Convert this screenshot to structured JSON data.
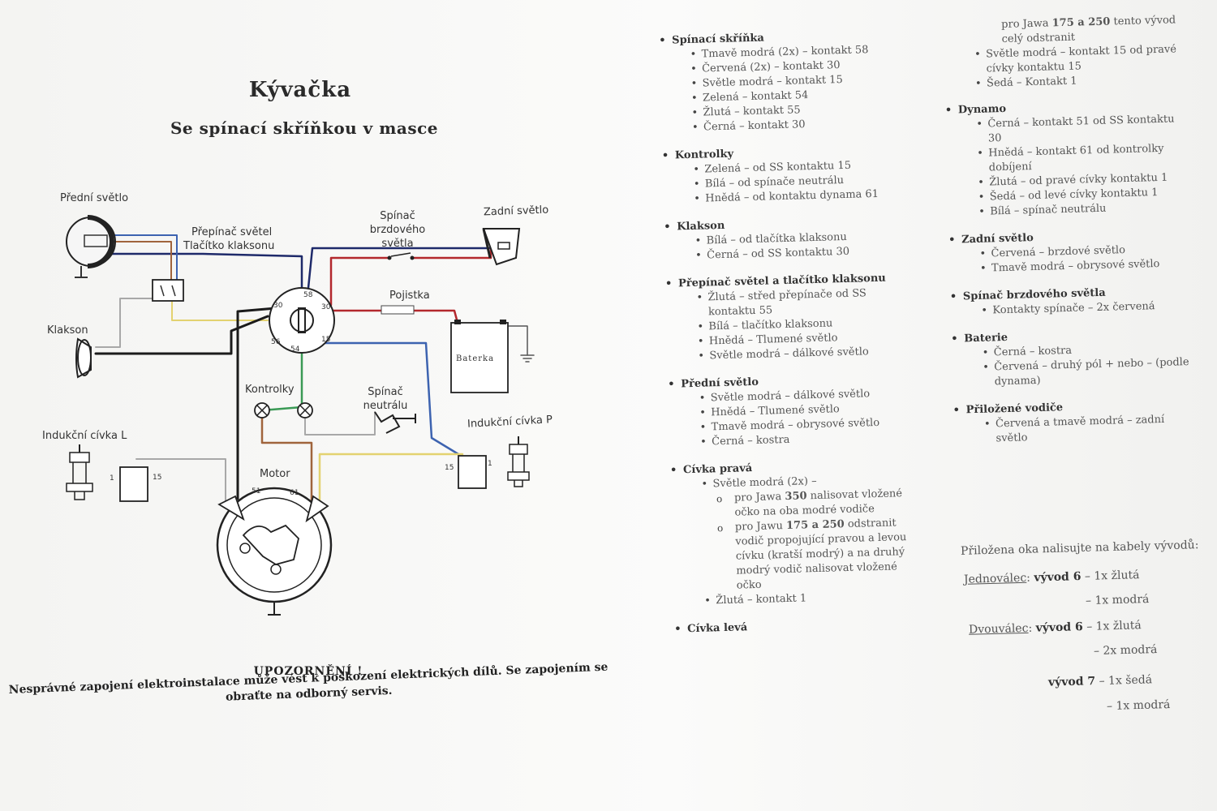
{
  "title": "Kývačka",
  "subtitle": "Se spínací skříňkou v masce",
  "diagram_labels": {
    "front_light": "Přední světlo",
    "light_switch_line1": "Přepínač světel",
    "light_switch_line2": "Tlačítko klaksonu",
    "brake_switch_line1": "Spínač",
    "brake_switch_line2": "brzdového",
    "brake_switch_line3": "světla",
    "rear_light": "Zadní světlo",
    "fuse": "Pojistka",
    "horn": "Klakson",
    "battery": "Baterka",
    "indicators": "Kontrolky",
    "neutral_switch_line1": "Spínač",
    "neutral_switch_line2": "neutrálu",
    "coil_left": "Indukční cívka L",
    "coil_right": "Indukční cívka P",
    "motor": "Motor",
    "t58": "58",
    "t30a": "30",
    "t30b": "30",
    "t56": "56",
    "t54": "54",
    "t15": "15",
    "t51": "51",
    "t61": "61",
    "c1a": "1",
    "c15a": "15",
    "c15b": "15",
    "c1b": "1"
  },
  "warning": {
    "title": "UPOZORNĚNÍ !",
    "line1": "Nesprávné zapojení elektroinstalace může vést k poškození elektrických dílů. Se zapojením se",
    "line2": "obraťte na odborný servis."
  },
  "col1": [
    {
      "h": "Spínací skříňka",
      "items": [
        "Tmavě modrá (2x) – kontakt 58",
        "Červená (2x) – kontakt 30",
        "Světle modrá – kontakt 15",
        "Zelená – kontakt 54",
        "Žlutá – kontakt 55",
        "Černá – kontakt 30"
      ]
    },
    {
      "h": "Kontrolky",
      "items": [
        "Zelená – od SS kontaktu 15",
        "Bílá – od spínače neutrálu",
        "Hnědá – od kontaktu dynama 61"
      ]
    },
    {
      "h": "Klakson",
      "items": [
        "Bílá – od tlačítka klaksonu",
        "Černá – od SS kontaktu 30"
      ]
    },
    {
      "h": "Přepínač světel a tlačítko klaksonu",
      "items": [
        "Žlutá – střed přepínače od SS kontaktu 55",
        "Bílá – tlačítko klaksonu",
        "Hnědá – Tlumené světlo",
        "Světle modrá – dálkové světlo"
      ]
    },
    {
      "h": "Přední světlo",
      "items": [
        "Světle modrá – dálkové světlo",
        "Hnědá – Tlumené světlo",
        "Tmavě modrá – obrysové světlo",
        "Černá – kostra"
      ]
    }
  ],
  "coil_right_section": {
    "h": "Cívka pravá",
    "item1": "Světle modrá (2x) –",
    "sub1_pre": "pro Jawa ",
    "sub1_num": "350",
    "sub1_post": " nalisovat vložené očko na oba modré vodiče",
    "sub2_pre": "pro Jawu ",
    "sub2_num": "175 a 250",
    "sub2_post": " odstranit vodič propojující pravou a levou cívku (kratší modrý) a na druhý modrý vodič nalisovat vložené očko",
    "item2": "Žlutá – kontakt 1"
  },
  "coil_left_heading": "Cívka levá",
  "col2_top": {
    "cont_pre": "pro Jawa ",
    "cont_num": "175 a 250",
    "cont_post": " tento vývod celý odstranit",
    "items": [
      "Světle modrá – kontakt 15 od pravé cívky kontaktu 15",
      "Šedá – Kontakt 1"
    ]
  },
  "col2": [
    {
      "h": "Dynamo",
      "items": [
        "Černá – kontakt 51 od SS kontaktu 30",
        "Hnědá – kontakt 61 od kontrolky dobíjení",
        "Žlutá – od pravé cívky kontaktu 1",
        "Šedá – od levé cívky kontaktu 1",
        "Bílá – spínač neutrálu"
      ]
    },
    {
      "h": "Zadní světlo",
      "items": [
        "Červená – brzdové světlo",
        "Tmavě modrá – obrysové světlo"
      ]
    },
    {
      "h": "Spínač brzdového světla",
      "items": [
        "Kontakty spínače – 2x červená"
      ]
    },
    {
      "h": "Baterie",
      "items": [
        "Černá – kostra",
        "Červená – druhý pól + nebo – (podle dynama)"
      ]
    },
    {
      "h": "Přiložené vodiče",
      "items": [
        "Červená a tmavě modrá – zadní světlo"
      ]
    }
  ],
  "notes": {
    "intro": "Přiložena oka nalisujte na kabely vývodů:",
    "single_label": "Jednoválec",
    "single_out": "vývod 6",
    "single_v1": "– 1x žlutá",
    "single_v2": "– 1x modrá",
    "double_label": "Dvouválec",
    "double_out6": "vývod 6",
    "double_v1": "– 1x žlutá",
    "double_v2": "– 2x modrá",
    "double_out7": "vývod 7",
    "double_v3": "– 1x šedá",
    "double_v4": "– 1x modrá"
  },
  "colors": {
    "dark_blue": "#1e2a6a",
    "light_blue": "#3d63b0",
    "red": "#b3282d",
    "brown": "#a0643c",
    "green": "#3a9a55",
    "yellow": "#e3d270",
    "grey": "#a0a0a0",
    "black": "#1b1b1b"
  }
}
